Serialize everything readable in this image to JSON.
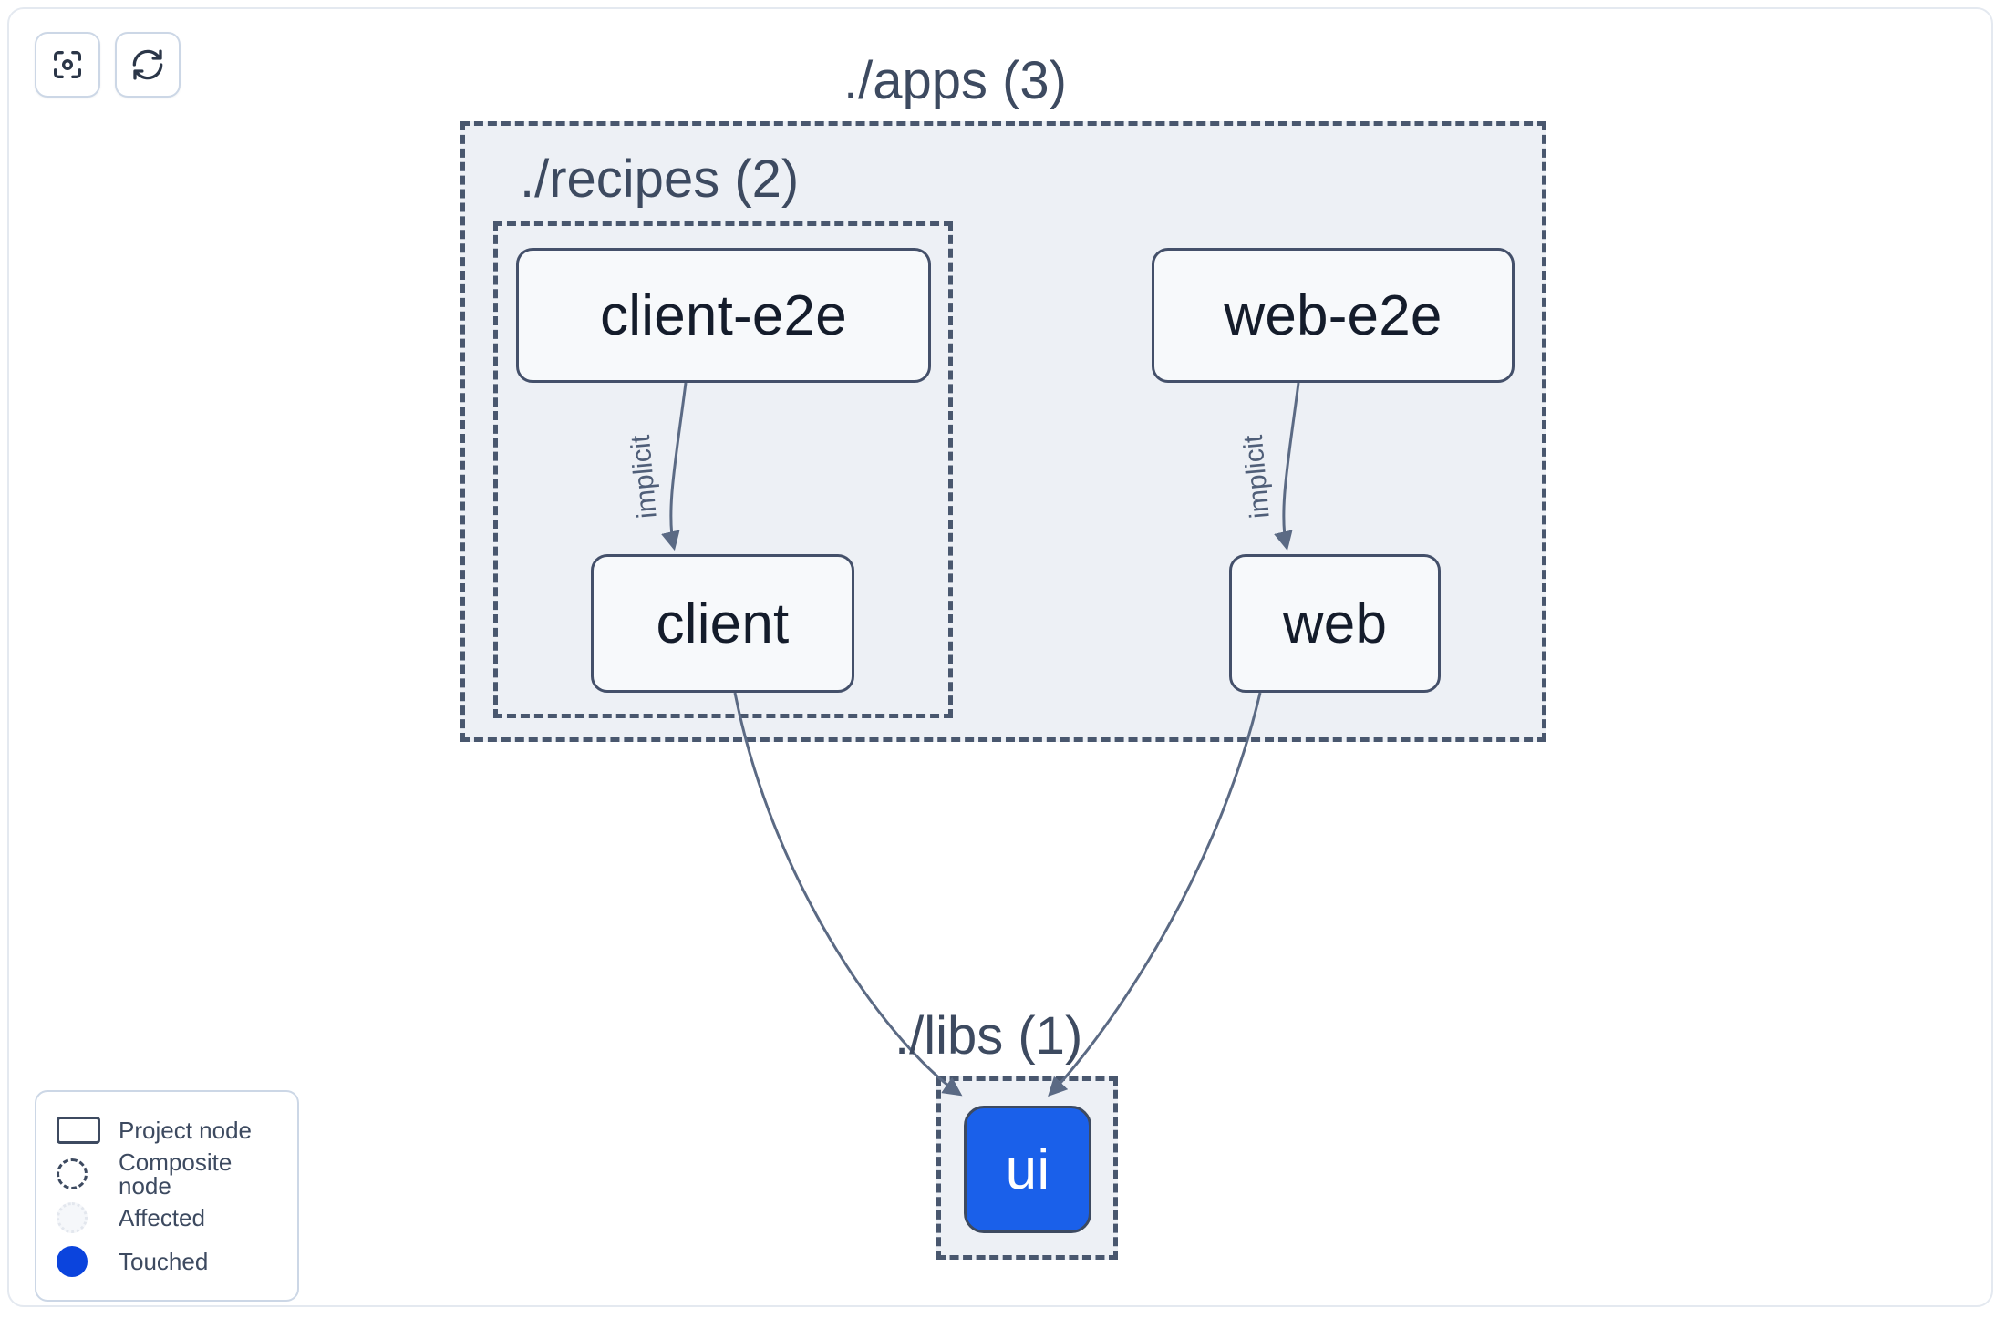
{
  "toolbar": {
    "buttons": [
      {
        "name": "focus-graph-button",
        "icon": "focus-target-icon",
        "label": ""
      },
      {
        "name": "refresh-graph-button",
        "icon": "refresh-icon",
        "label": ""
      }
    ]
  },
  "graph": {
    "groups": [
      {
        "id": "apps",
        "label": "./apps (3)",
        "count": 3
      },
      {
        "id": "recipes",
        "label": "./recipes (2)",
        "count": 2
      },
      {
        "id": "libs",
        "label": "./libs (1)",
        "count": 1
      }
    ],
    "nodes": [
      {
        "id": "client-e2e",
        "label": "client-e2e",
        "group": "recipes",
        "state": "normal"
      },
      {
        "id": "client",
        "label": "client",
        "group": "recipes",
        "state": "normal"
      },
      {
        "id": "web-e2e",
        "label": "web-e2e",
        "group": "apps",
        "state": "normal"
      },
      {
        "id": "web",
        "label": "web",
        "group": "apps",
        "state": "normal"
      },
      {
        "id": "ui",
        "label": "ui",
        "group": "libs",
        "state": "touched"
      }
    ],
    "edges": [
      {
        "from": "client-e2e",
        "to": "client",
        "label": "implicit"
      },
      {
        "from": "web-e2e",
        "to": "web",
        "label": "implicit"
      },
      {
        "from": "client",
        "to": "ui",
        "label": ""
      },
      {
        "from": "web",
        "to": "ui",
        "label": ""
      }
    ]
  },
  "legend": {
    "items": [
      {
        "swatch": "project-node-swatch",
        "label": "Project node"
      },
      {
        "swatch": "composite-node-swatch",
        "label": "Composite node"
      },
      {
        "swatch": "affected-swatch",
        "label": "Affected"
      },
      {
        "swatch": "touched-swatch",
        "label": "Touched"
      }
    ]
  },
  "colors": {
    "touched": "#0b44dd",
    "node_touched_fill": "#1a60ea",
    "group_fill": "#edf0f5",
    "group_border": "#49576e",
    "node_border": "#44506a",
    "node_fill": "#f7f9fb",
    "text": "#3d4a60",
    "edge": "#4f5e78",
    "canvas": "#ffffff"
  }
}
